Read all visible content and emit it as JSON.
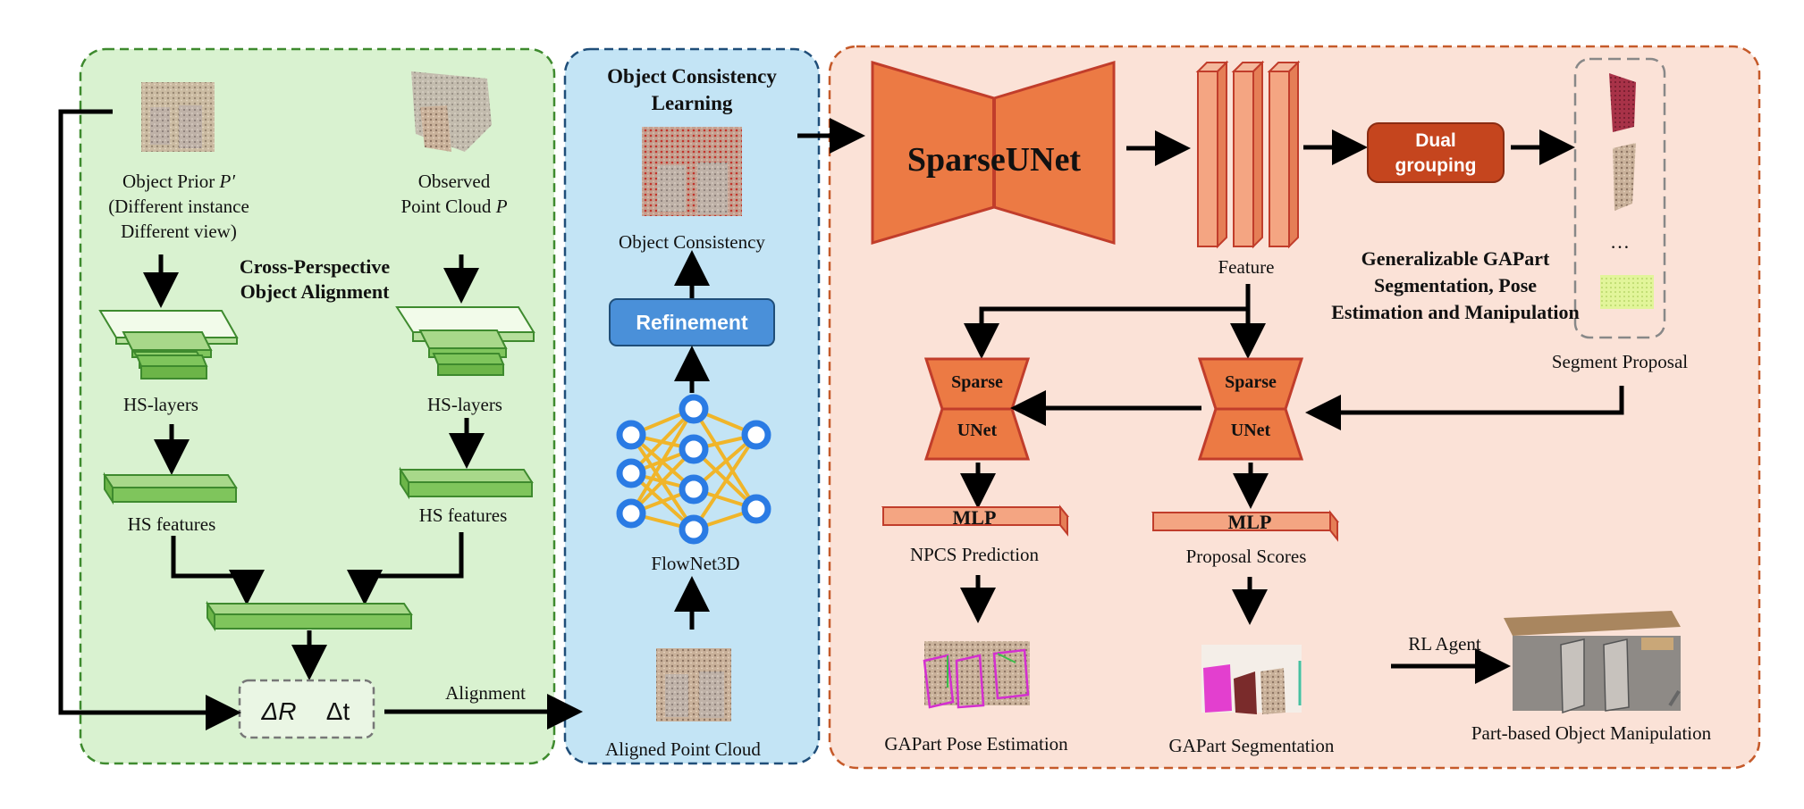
{
  "left_panel": {
    "object_prior_l1": "Object Prior ",
    "object_prior_p": "P′",
    "object_prior_l2": "(Different instance",
    "object_prior_l3": "Different view)",
    "observed_l1": "Observed",
    "observed_l2": "Point Cloud ",
    "observed_p": "P",
    "title_l1": "Cross-Perspective",
    "title_l2": "Object Alignment",
    "hs_layers_left": "HS-layers",
    "hs_layers_right": "HS-layers",
    "hs_features_left": "HS features",
    "hs_features_right": "HS features",
    "delta_r": "ΔR",
    "delta_t": "Δt",
    "alignment": "Alignment"
  },
  "middle_panel": {
    "title_l1": "Object Consistency",
    "title_l2": "Learning",
    "object_consistency": "Object Consistency",
    "refinement": "Refinement",
    "flownet": "FlowNet3D",
    "aligned_point_cloud": "Aligned Point Cloud"
  },
  "right_panel": {
    "sparse_unet": "SparseUNet",
    "feature": "Feature",
    "dual_grouping_l1": "Dual",
    "dual_grouping_l2": "grouping",
    "ellipsis": "…",
    "segment_proposal": "Segment Proposal",
    "title_l1": "Generalizable GAPart",
    "title_l2": "Segmentation, Pose",
    "title_l3": "Estimation and Manipulation",
    "sparse_left_top": "Sparse",
    "sparse_left_bottom": "UNet",
    "sparse_right_top": "Sparse",
    "sparse_right_bottom": "UNet",
    "mlp_left": "MLP",
    "mlp_right": "MLP",
    "npcs_prediction": "NPCS Prediction",
    "proposal_scores": "Proposal Scores",
    "rl_agent": "RL Agent",
    "pose_estimation": "GAPart Pose Estimation",
    "segmentation": "GAPart Segmentation",
    "manipulation": "Part-based Object Manipulation"
  },
  "colors": {
    "green_panel_fill": "#d9f2d0",
    "green_panel_stroke": "#3e8a2e",
    "blue_panel_fill": "#c3e4f5",
    "blue_panel_stroke": "#1f4e79",
    "orange_panel_fill": "#fbe2d7",
    "orange_panel_stroke": "#c55a2a",
    "green_title": "#3d7d2b",
    "blue_title": "#2e5fa3",
    "orange_title": "#c55a2a",
    "unet_orange": "#ec7a44",
    "refinement_blue": "#4a90d9"
  }
}
